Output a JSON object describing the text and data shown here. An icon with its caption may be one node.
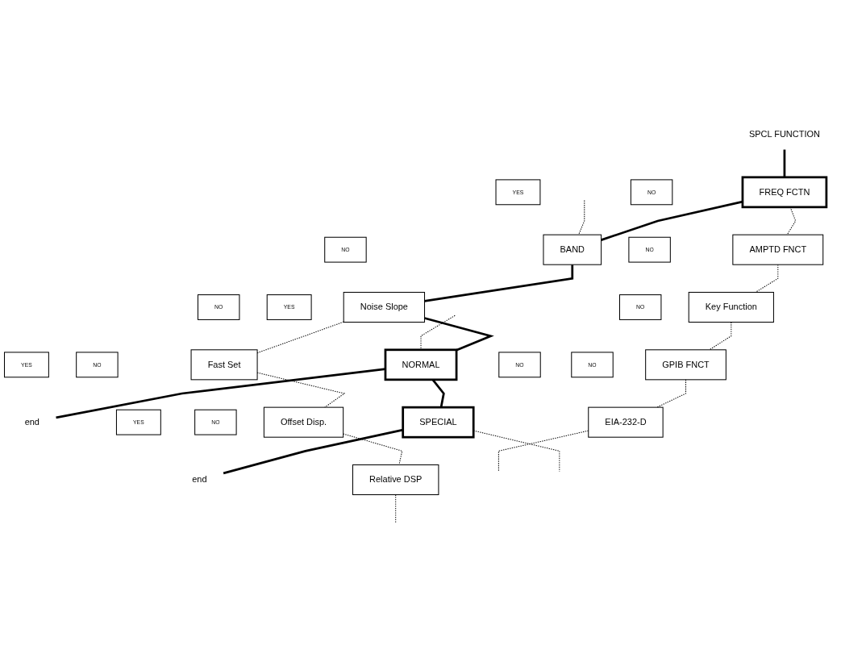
{
  "diagram": {
    "nodes": [
      {
        "text": [
          "SPCL FUNCTION"
        ]
      },
      {
        "text": [
          "YES"
        ]
      },
      {
        "text": [
          "FREQ FCTN"
        ]
      },
      {
        "text": [
          "BAND"
        ]
      },
      {
        "text": [
          "NO"
        ]
      },
      {
        "text": [
          "Noise Slope"
        ]
      },
      {
        "text": [
          "YES"
        ]
      },
      {
        "text": [
          "NORMAL"
        ]
      },
      {
        "text": [
          "YES"
        ]
      },
      {
        "text": [
          "end"
        ]
      },
      {
        "text": [
          "NO"
        ]
      },
      {
        "text": [
          "AMPTD FNCT"
        ]
      },
      {
        "text": [
          "NO"
        ]
      },
      {
        "text": [
          "YES"
        ]
      },
      {
        "text": [
          "SPECIAL"
        ]
      },
      {
        "text": [
          "end"
        ]
      },
      {
        "text": [
          "NO"
        ]
      },
      {
        "text": [
          "Key Function"
        ]
      },
      {
        "text": [
          "NO"
        ]
      },
      {
        "text": [
          "Fast Set"
        ]
      },
      {
        "text": [
          "NO"
        ]
      },
      {
        "text": [
          "GPIB FNCT"
        ]
      },
      {
        "text": [
          "NO"
        ]
      },
      {
        "text": [
          "Offset Disp."
        ]
      },
      {
        "text": [
          "NO"
        ]
      },
      {
        "text": [
          "EIA-232-D"
        ]
      },
      {
        "text": [
          "NO"
        ]
      },
      {
        "text": [
          "Relative DSP"
        ]
      }
    ],
    "edges": [
      {
        "from": 0,
        "to": 2,
        "arrow": "none",
        "style": "thick"
      },
      {
        "from": 2,
        "to": 3,
        "arrow": "none",
        "style": "thick"
      },
      {
        "from": 3,
        "to": 5,
        "arrow": "none",
        "style": "thick"
      },
      {
        "from": 5,
        "to": 7,
        "arrow": "none",
        "style": "thick"
      },
      {
        "from": 7,
        "to": 9,
        "arrow": "none",
        "style": "thick"
      },
      {
        "from": 7,
        "to": 14,
        "arrow": "none",
        "style": "thick"
      },
      {
        "from": 14,
        "to": 15,
        "arrow": "none",
        "style": "thick"
      },
      {
        "from": null,
        "to": 3,
        "arrow": "none",
        "style": "dashed"
      },
      {
        "from": 2,
        "to": 11,
        "arrow": "none",
        "style": "dashed"
      },
      {
        "from": 11,
        "to": 17,
        "arrow": "none",
        "style": "dashed"
      },
      {
        "from": 17,
        "to": 21,
        "arrow": "none",
        "style": "dashed"
      },
      {
        "from": 21,
        "to": 25,
        "arrow": "none",
        "style": "dashed"
      },
      {
        "from": 25,
        "to": null,
        "arrow": "none",
        "style": "dashed"
      },
      {
        "from": 5,
        "to": 19,
        "arrow": "none",
        "style": "dashed"
      },
      {
        "from": 19,
        "to": 23,
        "arrow": "none",
        "style": "dashed"
      },
      {
        "from": 23,
        "to": 27,
        "arrow": "none",
        "style": "dashed"
      },
      {
        "from": 27,
        "to": null,
        "arrow": "none",
        "style": "dashed"
      },
      {
        "from": null,
        "to": 7,
        "arrow": "none",
        "style": "dashed"
      },
      {
        "from": 14,
        "to": null,
        "arrow": "none",
        "style": "dashed"
      }
    ]
  }
}
